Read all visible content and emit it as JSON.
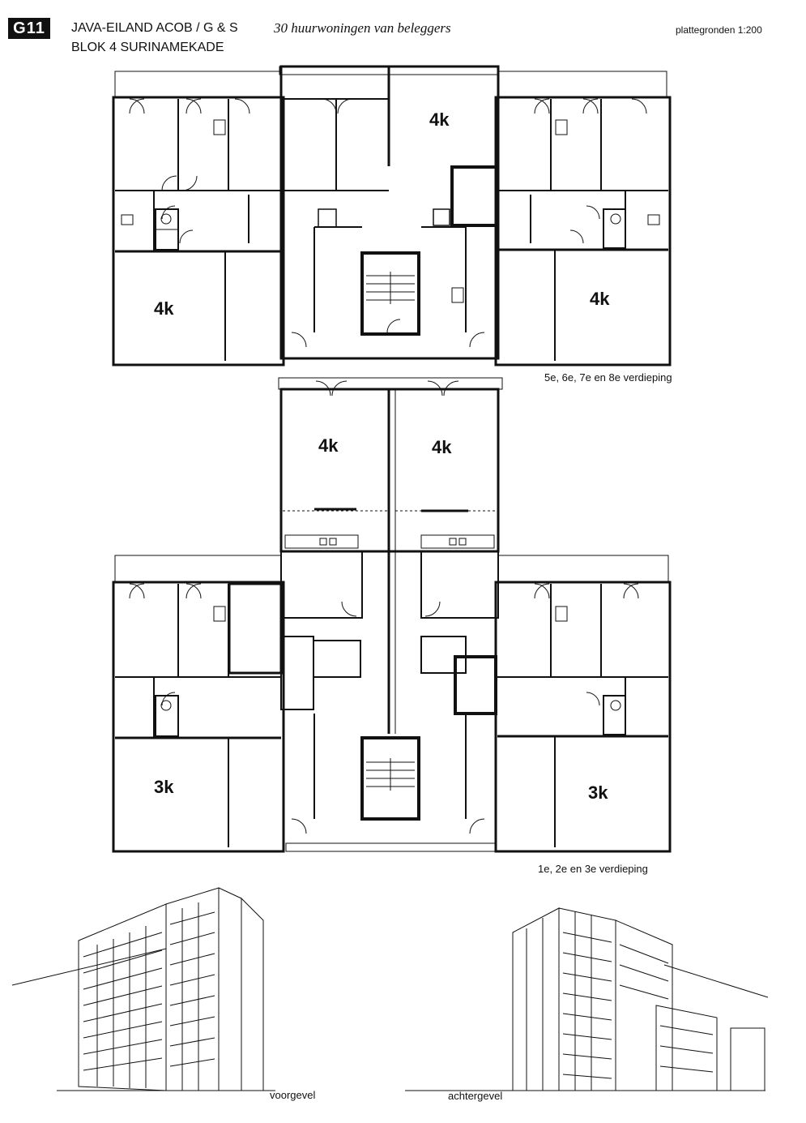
{
  "header": {
    "code": "G11",
    "line1": "JAVA-EILAND ACOB / G & S",
    "line2": "BLOK 4 SURINAMEKADE",
    "subtitle": "30 huurwoningen van beleggers",
    "scale": "plattegronden 1:200"
  },
  "plan_upper": {
    "caption": "5e, 6e, 7e en 8e verdieping",
    "units": [
      "4k",
      "4k",
      "4k"
    ]
  },
  "plan_lower": {
    "caption": "1e, 2e en 3e verdieping",
    "units": [
      "4k",
      "4k",
      "3k",
      "3k"
    ]
  },
  "elevations": {
    "front": "voorgevel",
    "back": "achtergevel"
  }
}
